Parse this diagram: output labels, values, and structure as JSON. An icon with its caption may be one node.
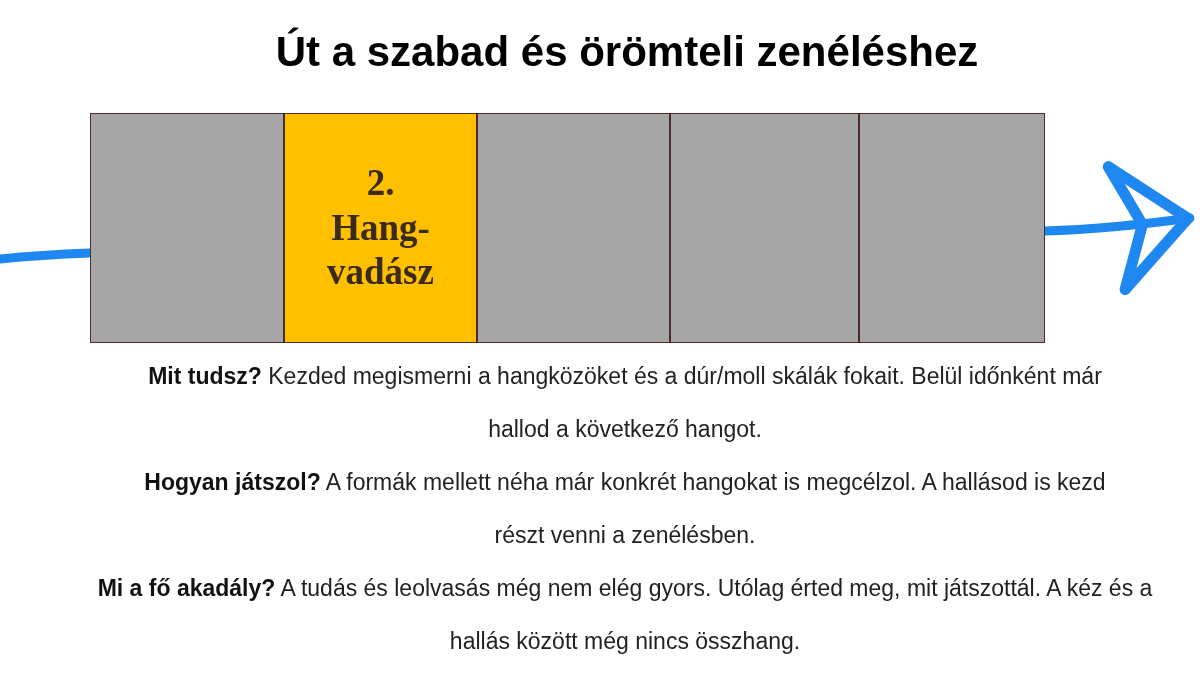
{
  "diagram": {
    "title": "Út a szabad és örömteli zenéléshez",
    "nodes": [
      {
        "text": [],
        "shape": "box"
      },
      {
        "text": [
          "2.",
          "Hang-vadász"
        ]
      },
      {
        "text": [],
        "shape": "box"
      },
      {
        "text": [],
        "shape": "box"
      },
      {
        "text": [],
        "shape": "box"
      }
    ],
    "edges": [
      {
        "from": null,
        "to": 0,
        "arrow": "none"
      },
      {
        "from": 4,
        "to": null,
        "arrow": "to"
      }
    ],
    "labels": [
      "**Mit tudsz?** Kezded megismerni a hangközöket és a dúr/moll skálák fokait. Belül időnként már hallod a következő hangot.",
      "**Hogyan játszol?** A formák mellett néha már konkrét hangokat is megcélzol. A hallásod is kezd részt venni a zenélésben.",
      "**Mi a fő akadály?** A tudás és leolvasás még nem elég gyors. Utólag érted meg, mit játszottál. A kéz és a hallás között még nincs összhang."
    ]
  }
}
